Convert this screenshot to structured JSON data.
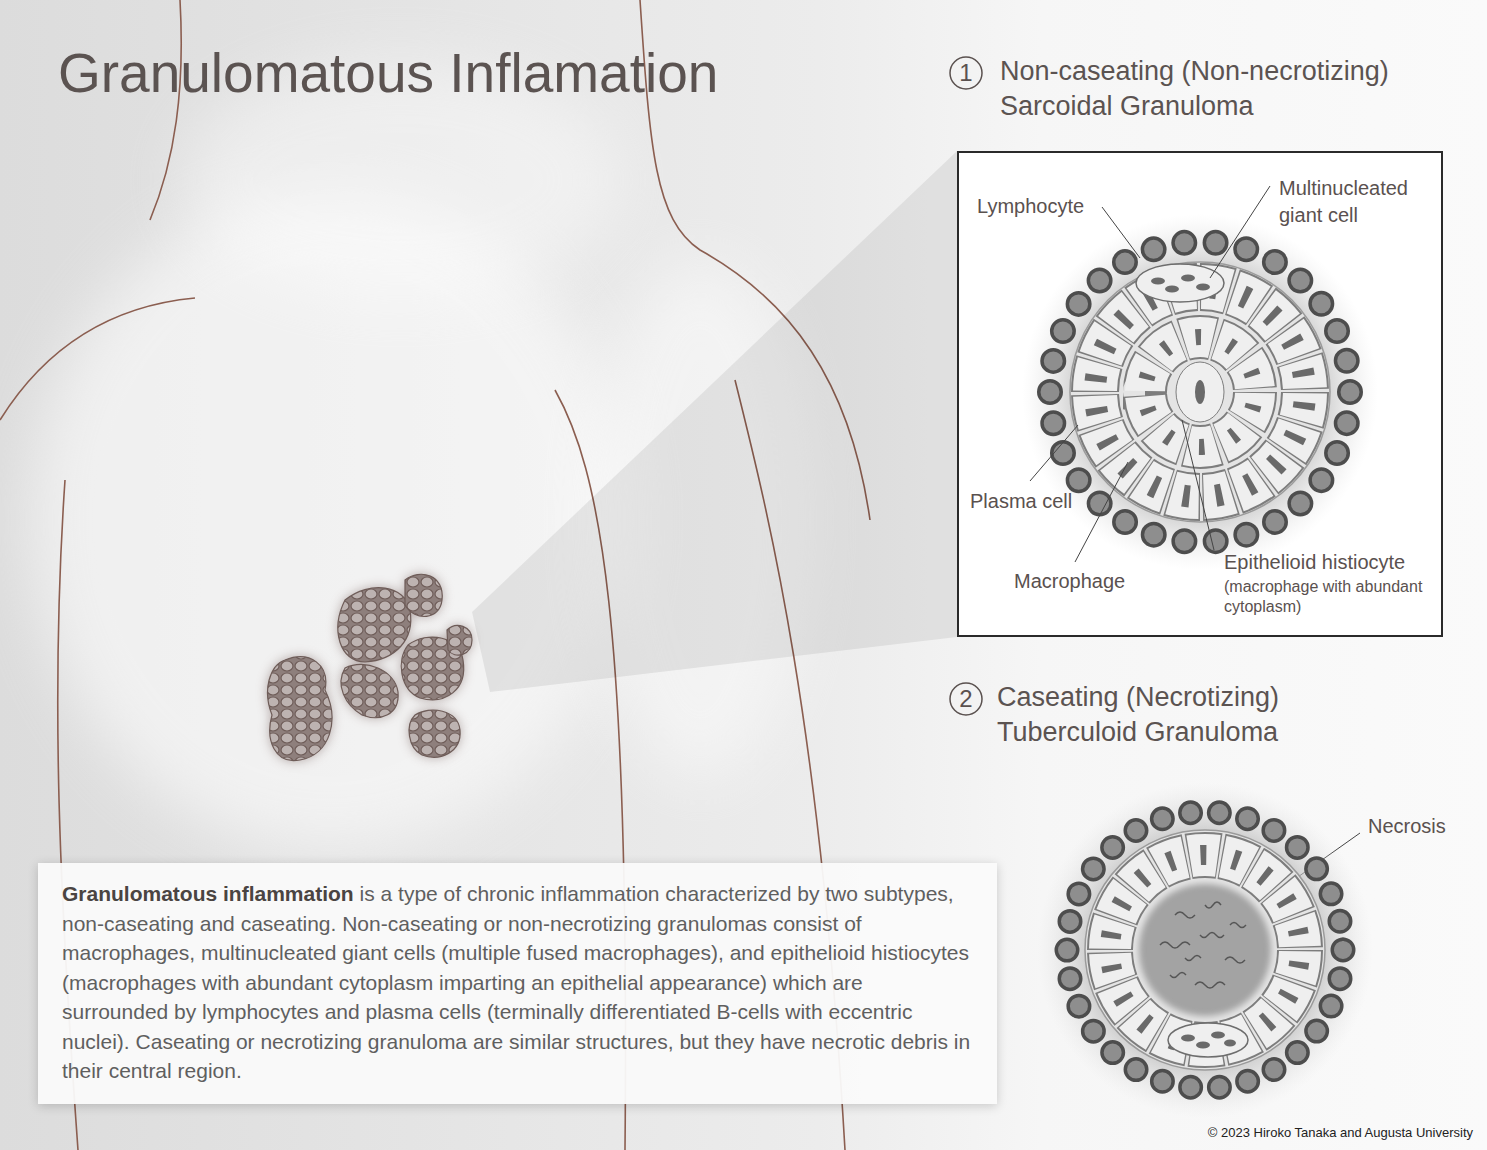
{
  "diagram": {
    "title": "Granulomatous Inflamation",
    "nodes": [
      {
        "text": [
          "Non-caseating (Non-necrotizing) Sarcoidal Granuloma",
          "Lymphocyte",
          "Multinucleated giant cell",
          "Plasma cell",
          "Macrophage",
          "Epithelioid histiocyte",
          "(macrophage with abundant cytoplasm)"
        ]
      },
      {
        "text": [
          "Granulomatous inflammation is a type of chronic inflammation characterized by two subtypes, non-caseating and caseating. Non-caseating or non-necrotizing granulomas consist of macrophages, multinucleated giant cells (multiple fused macrophages), and epithelioid histiocytes (macrophages with abundant cytoplasm imparting an epithelial appearance) which are surrounded by lymphocytes and plasma cells (terminally differentiated B-cells with eccentric nuclei). Caseating or necrotizing granuloma are similar structures, but they have necrotic debris in their central region."
        ]
      }
    ],
    "labels": [
      "1",
      "2",
      "Caseating (Necrotizing) Tuberculoid Granuloma",
      "Necrosis",
      "© 2023 Hiroko Tanaka and Augusta University"
    ]
  }
}
